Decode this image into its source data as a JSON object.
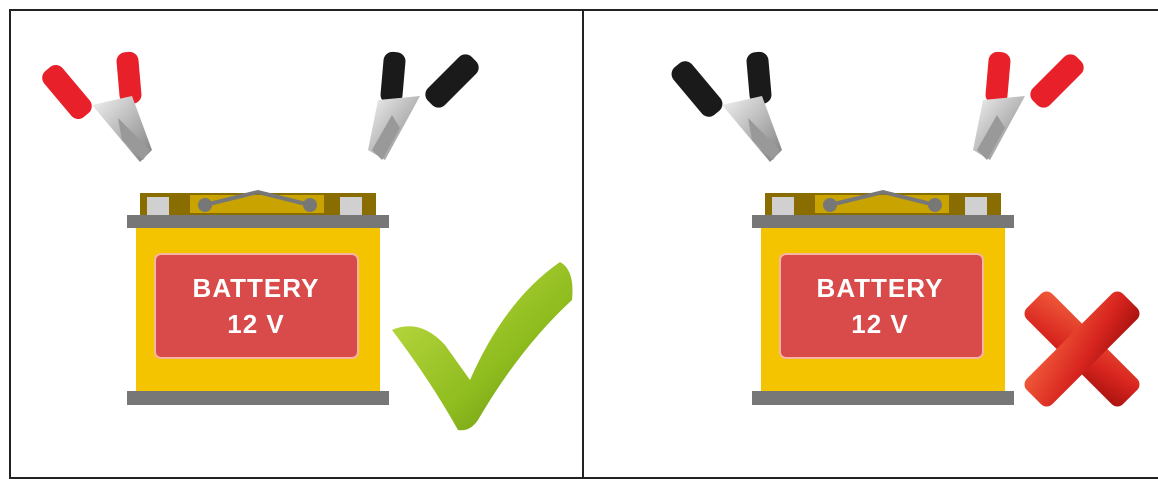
{
  "panels": [
    {
      "id": "correct",
      "battery_label_line1": "BATTERY",
      "battery_label_line2": "12 V",
      "left_clamp_color": "red",
      "right_clamp_color": "black",
      "verdict_icon": "checkmark-icon",
      "verdict_color": "#8fbc1e"
    },
    {
      "id": "incorrect",
      "battery_label_line1": "BATTERY",
      "battery_label_line2": "12 V",
      "left_clamp_color": "black",
      "right_clamp_color": "red",
      "verdict_icon": "cross-icon",
      "verdict_color": "#d8251f"
    }
  ],
  "colors": {
    "clamp_red": "#e8202a",
    "clamp_black": "#1a1a1a",
    "battery_body": "#f5c400",
    "battery_plate": "#d94b4b",
    "battery_top": "#777777"
  }
}
